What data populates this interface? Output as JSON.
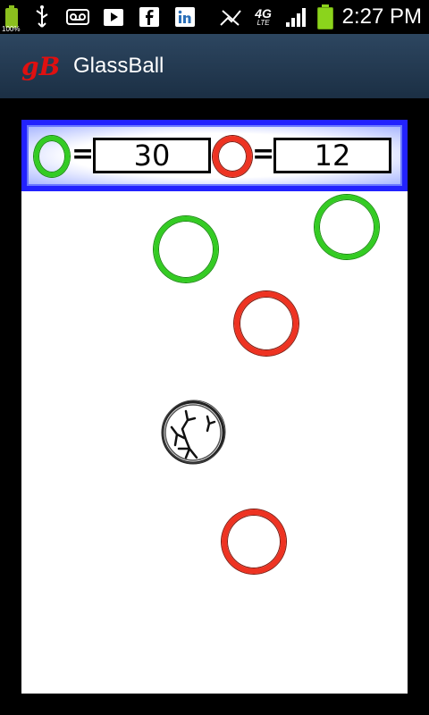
{
  "status_bar": {
    "battery_percent": "100%",
    "network": "4G",
    "network_sub": "LTE",
    "time": "2:27 PM",
    "icons": [
      "battery-icon",
      "usb-icon",
      "voicemail-icon",
      "play-store-icon",
      "facebook-icon",
      "linkedin-icon",
      "no-signal-icon",
      "4g-lte-icon",
      "signal-icon",
      "battery-icon"
    ]
  },
  "app": {
    "logo": "gB",
    "title": "GlassBall"
  },
  "score": {
    "green_count": "30",
    "red_count": "12",
    "equals": "="
  },
  "colors": {
    "green": "#33cc22",
    "red": "#ee3322",
    "panel_blue": "#2222ff",
    "title_bar": "#23384f"
  }
}
